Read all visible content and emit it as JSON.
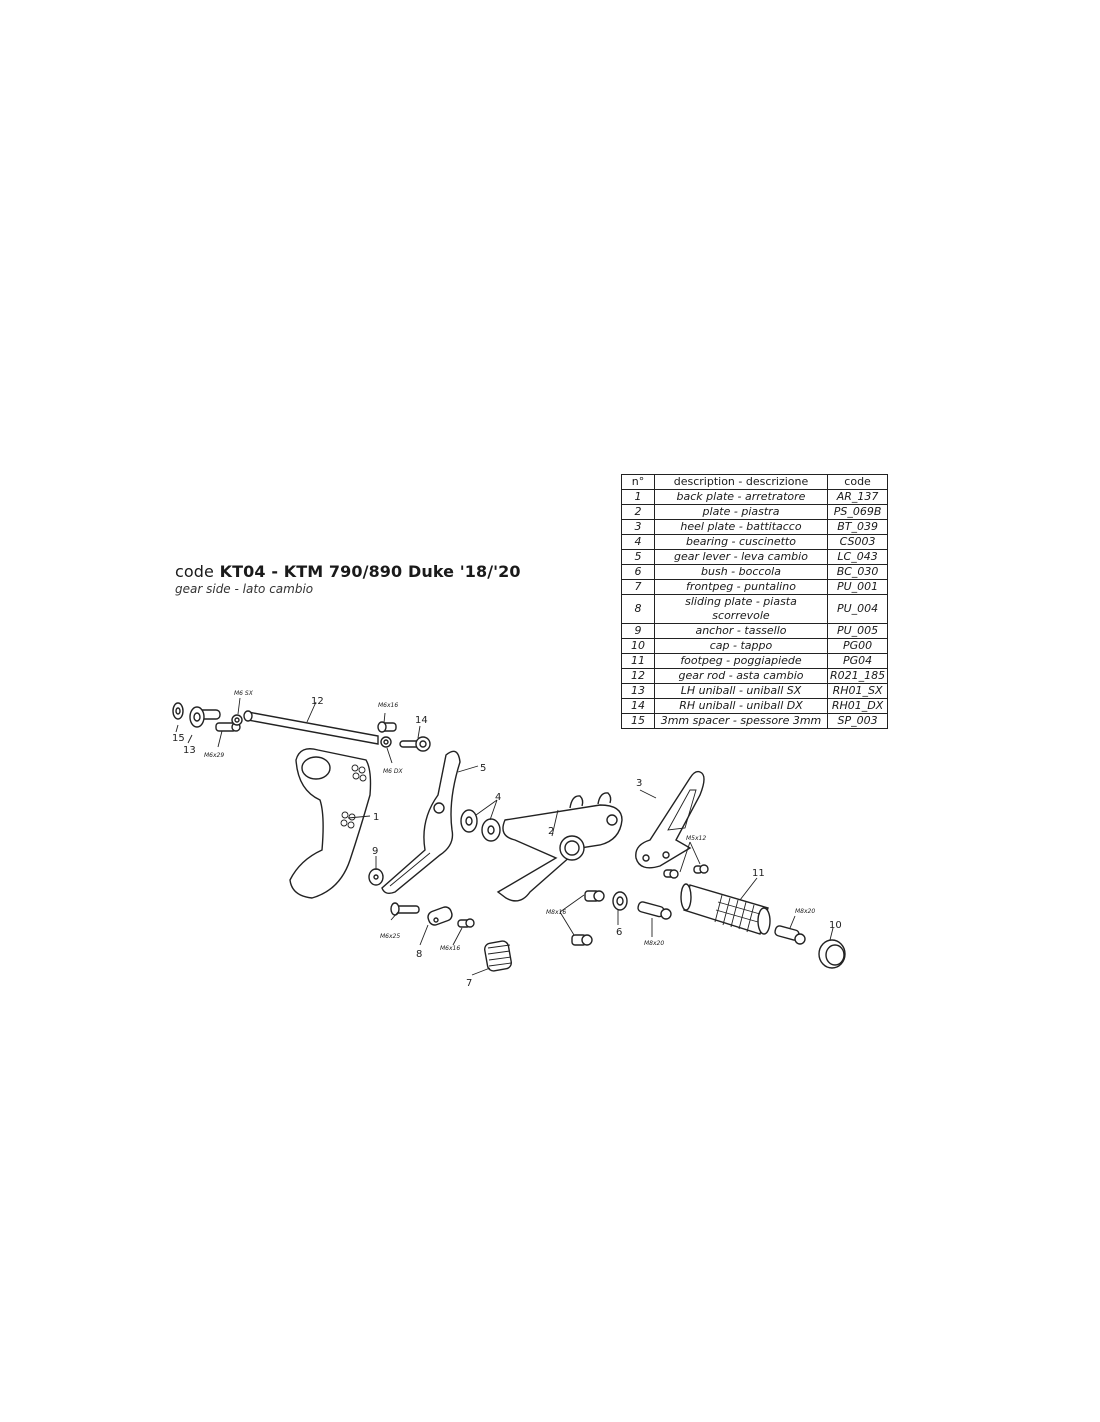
{
  "header": {
    "code_prefix": "code",
    "code": "KT04 - KTM 790/890 Duke '18/'20",
    "subtitle": "gear side - lato cambio"
  },
  "table": {
    "headers": [
      "n°",
      "description - descrizione",
      "code"
    ],
    "rows": [
      {
        "n": "1",
        "description": "back plate - arretratore",
        "code": "AR_137"
      },
      {
        "n": "2",
        "description": "plate - piastra",
        "code": "PS_069B"
      },
      {
        "n": "3",
        "description": "heel plate - battitacco",
        "code": "BT_039"
      },
      {
        "n": "4",
        "description": "bearing - cuscinetto",
        "code": "CS003"
      },
      {
        "n": "5",
        "description": "gear lever - leva cambio",
        "code": "LC_043"
      },
      {
        "n": "6",
        "description": "bush - boccola",
        "code": "BC_030"
      },
      {
        "n": "7",
        "description": "frontpeg - puntalino",
        "code": "PU_001"
      },
      {
        "n": "8",
        "description": "sliding plate - piasta scorrevole",
        "code": "PU_004"
      },
      {
        "n": "9",
        "description": "anchor - tassello",
        "code": "PU_005"
      },
      {
        "n": "10",
        "description": "cap - tappo",
        "code": "PG00"
      },
      {
        "n": "11",
        "description": "footpeg - poggiapiede",
        "code": "PG04"
      },
      {
        "n": "12",
        "description": "gear rod - asta cambio",
        "code": "R021_185"
      },
      {
        "n": "13",
        "description": "LH uniball - uniball SX",
        "code": "RH01_SX"
      },
      {
        "n": "14",
        "description": "RH uniball - uniball DX",
        "code": "RH01_DX"
      },
      {
        "n": "15",
        "description": "3mm spacer - spessore 3mm",
        "code": "SP_003"
      }
    ]
  },
  "callouts": {
    "n1": "1",
    "n2": "2",
    "n3": "3",
    "n4": "4",
    "n5": "5",
    "n6": "6",
    "n7": "7",
    "n8": "8",
    "n9": "9",
    "n10": "10",
    "n11": "11",
    "n12": "12",
    "n13": "13",
    "n14": "14",
    "n15": "15",
    "m6sx": "M6 SX",
    "m6dx": "M6 DX",
    "m6x16a": "M6x16",
    "m6x29": "M6x29",
    "m6x25": "M6x25",
    "m6x16b": "M6x16",
    "m8x16": "M8x16",
    "m8x20a": "M8x20",
    "m5x12": "M5x12",
    "m8x20b": "M8x20"
  }
}
